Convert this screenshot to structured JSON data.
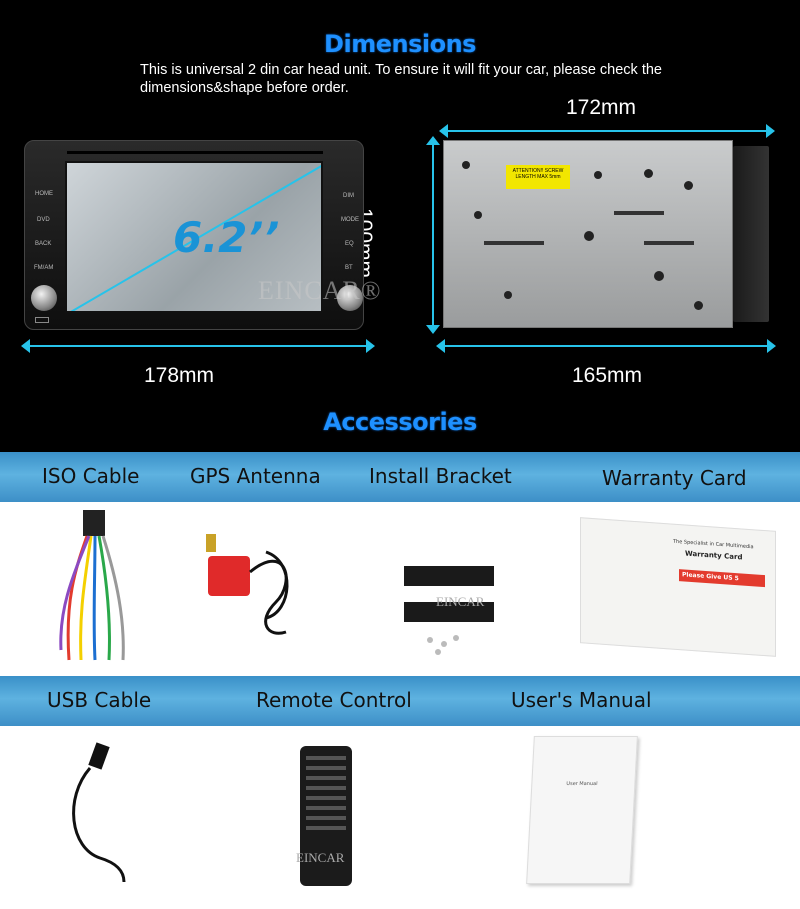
{
  "dimensions": {
    "title": "Dimensions",
    "intro": "This is universal 2 din car head unit. To ensure it will fit your car, please check the dimensions&shape before order.",
    "width_top": "172mm",
    "height_side": "100mm",
    "front_width": "178mm",
    "depth_bottom": "165mm",
    "screen_size": "6.2’’",
    "brand": "EINCAR",
    "brand_mark": "®",
    "attention_label": "ATTENTION!! SCREW LENGTH MAX 5mm",
    "unit_buttons_left": [
      "HOME",
      "DVD",
      "BACK",
      "FM/AM"
    ],
    "unit_buttons_right": [
      "DIM",
      "MODE",
      "EQ",
      "BT"
    ]
  },
  "accessories": {
    "title": "Accessories",
    "row1": [
      "ISO Cable",
      "GPS Antenna",
      "Install Bracket",
      "Warranty Card"
    ],
    "row2": [
      "USB Cable",
      "Remote Control",
      "User's Manual"
    ],
    "warranty_card_text": [
      "The Specialist in Car Multimedia",
      "Warranty Card",
      "Please Give US 5"
    ],
    "manual_cover": "User Manual",
    "watermark": "EINCAR"
  },
  "colors": {
    "accent_blue": "#1e90ff",
    "arrow_cyan": "#27c3ea",
    "bar_blue": "#4fa6da"
  }
}
